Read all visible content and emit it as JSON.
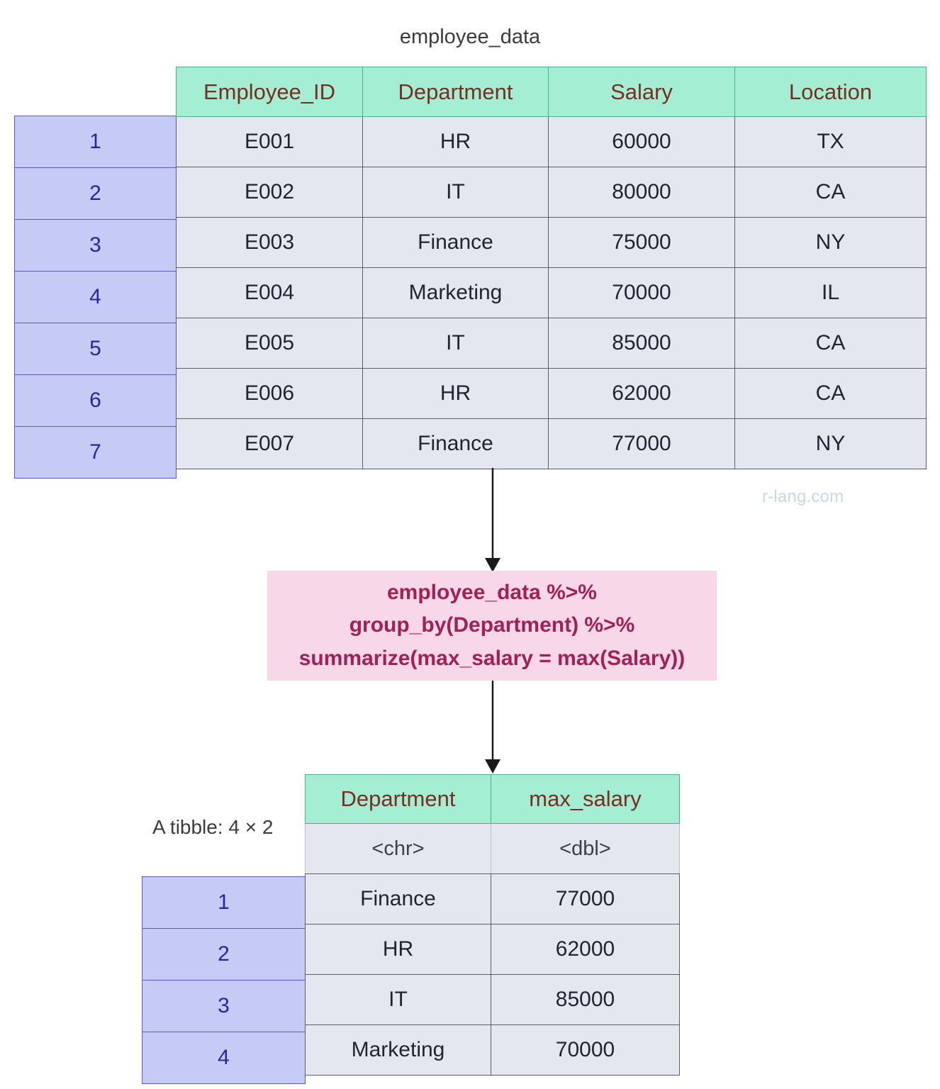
{
  "diagram": {
    "title": "employee_data",
    "watermark": "r-lang.com",
    "tibble_caption": "A tibble: 4 × 2",
    "accent_header_bg": "#a4efd4",
    "accent_header_text": "#7b2d22",
    "index_bg": "#c5cbf5",
    "index_text": "#27279b",
    "cell_bg": "#e4e7ef",
    "code_bg": "#f7d7e8",
    "code_text": "#a32056",
    "arrow_color": "#1a1a1a"
  },
  "source_table": {
    "name": "employee_data",
    "columns": [
      "Employee_ID",
      "Department",
      "Salary",
      "Location"
    ],
    "row_indices": [
      "1",
      "2",
      "3",
      "4",
      "5",
      "6",
      "7"
    ],
    "rows": [
      [
        "E001",
        "HR",
        "60000",
        "TX"
      ],
      [
        "E002",
        "IT",
        "80000",
        "CA"
      ],
      [
        "E003",
        "Finance",
        "75000",
        "NY"
      ],
      [
        "E004",
        "Marketing",
        "70000",
        "IL"
      ],
      [
        "E005",
        "IT",
        "85000",
        "CA"
      ],
      [
        "E006",
        "HR",
        "62000",
        "CA"
      ],
      [
        "E007",
        "Finance",
        "77000",
        "NY"
      ]
    ]
  },
  "code": {
    "lines": [
      "employee_data %>%",
      "group_by(Department) %>%",
      "summarize(max_salary = max(Salary))"
    ]
  },
  "result_table": {
    "caption": "A tibble: 4 × 2",
    "columns": [
      "Department",
      "max_salary"
    ],
    "types": [
      "<chr>",
      "<dbl>"
    ],
    "row_indices": [
      "1",
      "2",
      "3",
      "4"
    ],
    "rows": [
      [
        "Finance",
        "77000"
      ],
      [
        "HR",
        "62000"
      ],
      [
        "IT",
        "85000"
      ],
      [
        "Marketing",
        "70000"
      ]
    ]
  },
  "arrows": [
    {
      "name": "arrow-source-to-code"
    },
    {
      "name": "arrow-code-to-result"
    }
  ]
}
